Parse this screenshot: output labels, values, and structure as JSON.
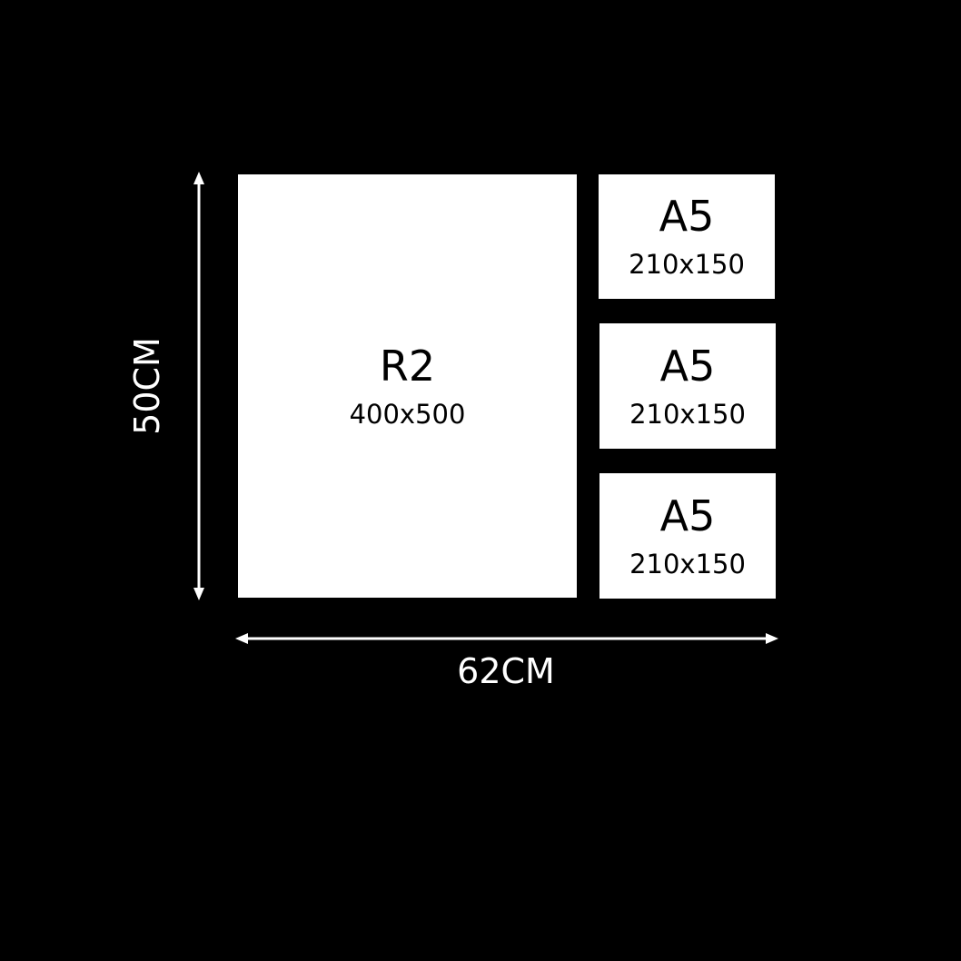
{
  "panels": [
    {
      "name": "R2",
      "size": "400x500"
    },
    {
      "name": "A5",
      "size": "210x150"
    },
    {
      "name": "A5",
      "size": "210x150"
    },
    {
      "name": "A5",
      "size": "210x150"
    }
  ],
  "dimensions": {
    "height": "50CM",
    "width": "62CM"
  },
  "colors": {
    "background": "#000000",
    "panel": "#ffffff",
    "arrow": "#ffffff"
  }
}
